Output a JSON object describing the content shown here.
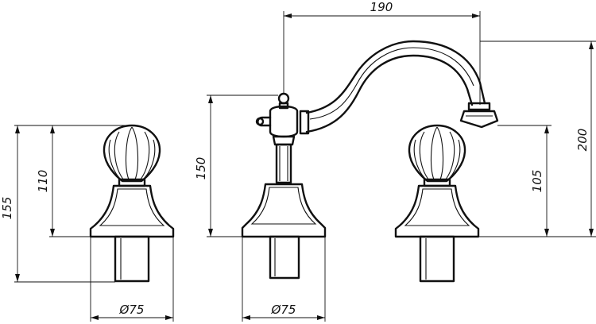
{
  "drawing": {
    "dimensions": {
      "left_total_height": "155",
      "left_handle_height": "110",
      "center_height": "150",
      "spout_reach": "190",
      "right_total_height": "200",
      "right_handle_height": "105",
      "left_base_diameter": "Ø75",
      "center_base_diameter": "Ø75"
    }
  }
}
